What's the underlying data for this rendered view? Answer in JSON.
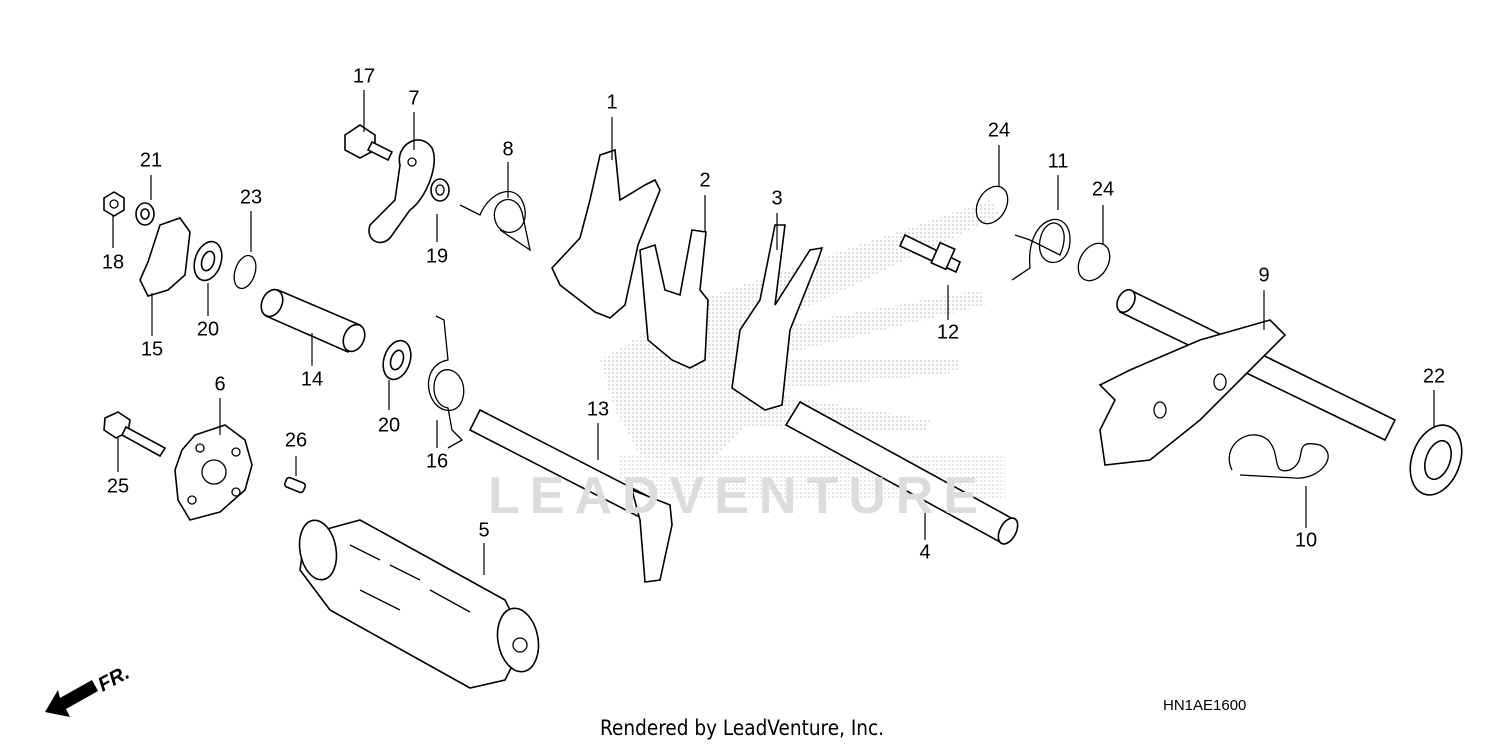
{
  "callouts": [
    {
      "id": "1",
      "label": "1"
    },
    {
      "id": "2",
      "label": "2"
    },
    {
      "id": "3",
      "label": "3"
    },
    {
      "id": "4",
      "label": "4"
    },
    {
      "id": "5",
      "label": "5"
    },
    {
      "id": "6",
      "label": "6"
    },
    {
      "id": "7",
      "label": "7"
    },
    {
      "id": "8",
      "label": "8"
    },
    {
      "id": "9",
      "label": "9"
    },
    {
      "id": "10",
      "label": "10"
    },
    {
      "id": "11",
      "label": "11"
    },
    {
      "id": "12",
      "label": "12"
    },
    {
      "id": "13",
      "label": "13"
    },
    {
      "id": "14",
      "label": "14"
    },
    {
      "id": "15",
      "label": "15"
    },
    {
      "id": "16",
      "label": "16"
    },
    {
      "id": "17",
      "label": "17"
    },
    {
      "id": "18",
      "label": "18"
    },
    {
      "id": "19",
      "label": "19"
    },
    {
      "id": "20a",
      "label": "20"
    },
    {
      "id": "20b",
      "label": "20"
    },
    {
      "id": "21",
      "label": "21"
    },
    {
      "id": "22",
      "label": "22"
    },
    {
      "id": "23",
      "label": "23"
    },
    {
      "id": "24a",
      "label": "24"
    },
    {
      "id": "24b",
      "label": "24"
    },
    {
      "id": "25",
      "label": "25"
    },
    {
      "id": "26",
      "label": "26"
    }
  ],
  "direction_label": "FR.",
  "diagram_code": "HN1AE1600",
  "credit": "Rendered by LeadVenture, Inc.",
  "watermark": "LEADVENTURE"
}
